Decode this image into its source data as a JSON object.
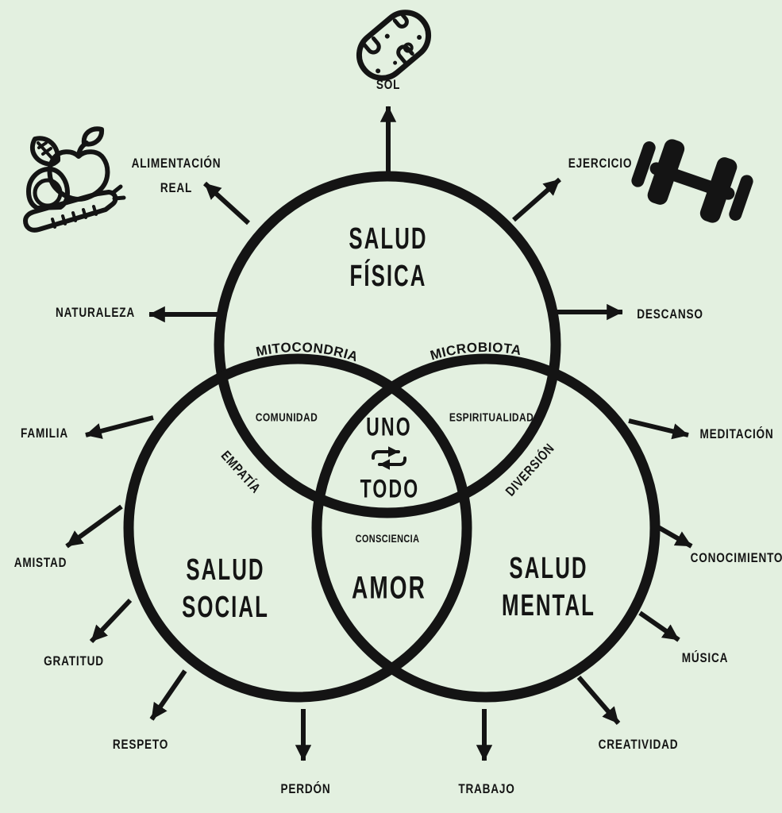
{
  "colors": {
    "background": "#e3f0e0",
    "ink": "#141414"
  },
  "venn": {
    "fisica": {
      "line1": "SALUD",
      "line2": "FÍSICA"
    },
    "social": {
      "line1": "SALUD",
      "line2": "SOCIAL"
    },
    "mental": {
      "line1": "SALUD",
      "line2": "MENTAL"
    },
    "mitocondria": "MITOCONDRIA",
    "microbiota": "MICROBIOTA",
    "comunidad": "COMUNIDAD",
    "espiritualidad": "ESPIRITUALIDAD",
    "empatia": "EMPATÍA",
    "diversion": "DIVERSIÓN",
    "consciencia": "CONSCIENCIA",
    "amor": "AMOR",
    "uno": "UNO",
    "todo": "TODO"
  },
  "spokes": {
    "sol": "SOL",
    "alimentacion_line1": "ALIMENTACIÓN",
    "alimentacion_line2": "REAL",
    "ejercicio": "EJERCICIO",
    "naturaleza": "NATURALEZA",
    "descanso": "DESCANSO",
    "familia": "FAMILIA",
    "meditacion": "MEDITACIÓN",
    "amistad": "AMISTAD",
    "conocimiento": "CONOCIMIENTO",
    "gratitud": "GRATITUD",
    "musica": "MÚSICA",
    "respeto": "RESPETO",
    "creatividad": "CREATIVIDAD",
    "perdon": "PERDÓN",
    "trabajo": "TRABAJO"
  },
  "icons": {
    "top": "mitochondria-icon",
    "left": "healthy-food-icon",
    "right": "dumbbell-icon",
    "center": "cycle-arrows-icon"
  }
}
